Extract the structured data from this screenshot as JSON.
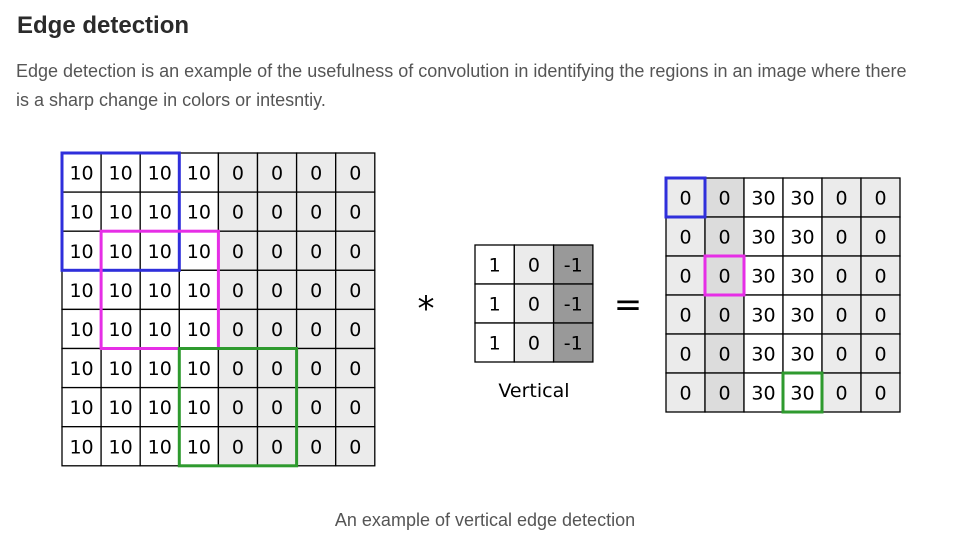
{
  "section": {
    "title": "Edge detection",
    "description": "Edge detection is an example of the usefulness of convolution in identifying the regions in an image where there is a sharp change in colors or intesntiy."
  },
  "figure": {
    "input_matrix": [
      [
        "10",
        "10",
        "10",
        "10",
        "0",
        "0",
        "0",
        "0"
      ],
      [
        "10",
        "10",
        "10",
        "10",
        "0",
        "0",
        "0",
        "0"
      ],
      [
        "10",
        "10",
        "10",
        "10",
        "0",
        "0",
        "0",
        "0"
      ],
      [
        "10",
        "10",
        "10",
        "10",
        "0",
        "0",
        "0",
        "0"
      ],
      [
        "10",
        "10",
        "10",
        "10",
        "0",
        "0",
        "0",
        "0"
      ],
      [
        "10",
        "10",
        "10",
        "10",
        "0",
        "0",
        "0",
        "0"
      ],
      [
        "10",
        "10",
        "10",
        "10",
        "0",
        "0",
        "0",
        "0"
      ],
      [
        "10",
        "10",
        "10",
        "10",
        "0",
        "0",
        "0",
        "0"
      ]
    ],
    "convolution_operator": "*",
    "kernel_matrix": [
      [
        "1",
        "0",
        "-1"
      ],
      [
        "1",
        "0",
        "-1"
      ],
      [
        "1",
        "0",
        "-1"
      ]
    ],
    "kernel_label": "Vertical",
    "equals_operator": "=",
    "output_matrix": [
      [
        "0",
        "0",
        "30",
        "30",
        "0",
        "0"
      ],
      [
        "0",
        "0",
        "30",
        "30",
        "0",
        "0"
      ],
      [
        "0",
        "0",
        "30",
        "30",
        "0",
        "0"
      ],
      [
        "0",
        "0",
        "30",
        "30",
        "0",
        "0"
      ],
      [
        "0",
        "0",
        "30",
        "30",
        "0",
        "0"
      ],
      [
        "0",
        "0",
        "30",
        "30",
        "0",
        "0"
      ]
    ],
    "caption": "An example of vertical edge detection",
    "colors": {
      "cell_white": "#ffffff",
      "cell_light": "#ebebeb",
      "cell_mid": "#dcdcdc",
      "cell_dark": "#999999",
      "grid_line": "#000000",
      "highlight_blue": "#2f2fdb",
      "highlight_magenta": "#e62ee6",
      "highlight_green": "#2e9a2e"
    }
  }
}
